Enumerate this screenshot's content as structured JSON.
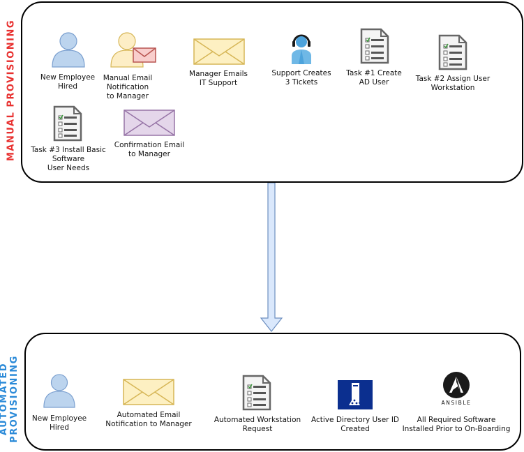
{
  "sections": {
    "manual": {
      "title": "MANUAL PROVISIONING",
      "steps": [
        {
          "label_lines": [
            "New Employee",
            "Hired"
          ],
          "icon": "user-icon"
        },
        {
          "label_lines": [
            "Manual Email",
            "Notification",
            "to Manager"
          ],
          "icon": "user-email-icon"
        },
        {
          "label_lines": [
            "Manager Emails",
            "IT Support"
          ],
          "icon": "envelope-icon"
        },
        {
          "label_lines": [
            "Support Creates",
            "3 Tickets"
          ],
          "icon": "support-agent-icon"
        },
        {
          "label_lines": [
            "Task #1 Create",
            "AD User"
          ],
          "icon": "checklist-document-icon"
        },
        {
          "label_lines": [
            "Task #2 Assign User",
            "Workstation"
          ],
          "icon": "checklist-document-icon"
        },
        {
          "label_lines": [
            "Task #3 Install Basic",
            "Software",
            "User Needs"
          ],
          "icon": "checklist-document-icon"
        },
        {
          "label_lines": [
            "Confirmation Email",
            "to Manager"
          ],
          "icon": "envelope-icon"
        }
      ]
    },
    "automated": {
      "title_lines": [
        "AUTOMATED",
        "PROVISIONING"
      ],
      "steps": [
        {
          "label_lines": [
            "New Employee",
            "Hired"
          ],
          "icon": "user-icon"
        },
        {
          "label_lines": [
            "Automated Email",
            "Notification to Manager"
          ],
          "icon": "envelope-icon"
        },
        {
          "label_lines": [
            "Automated Workstation",
            "Request"
          ],
          "icon": "checklist-document-icon"
        },
        {
          "label_lines": [
            "Active Directory User ID",
            "Created"
          ],
          "icon": "active-directory-icon"
        },
        {
          "label_lines": [
            "All Required Software",
            "Installed Prior to On-Boarding"
          ],
          "icon": "ansible-logo-icon",
          "logo_text": "ANSIBLE"
        }
      ]
    }
  },
  "colors": {
    "manual_title": "#e8302f",
    "automated_title": "#2b8ad8",
    "user_fill": "#bcd4ee",
    "envelope_yellow": "#fdf0c2",
    "envelope_purple": "#e4d6ea",
    "arrow_fill": "#dae8fc"
  }
}
